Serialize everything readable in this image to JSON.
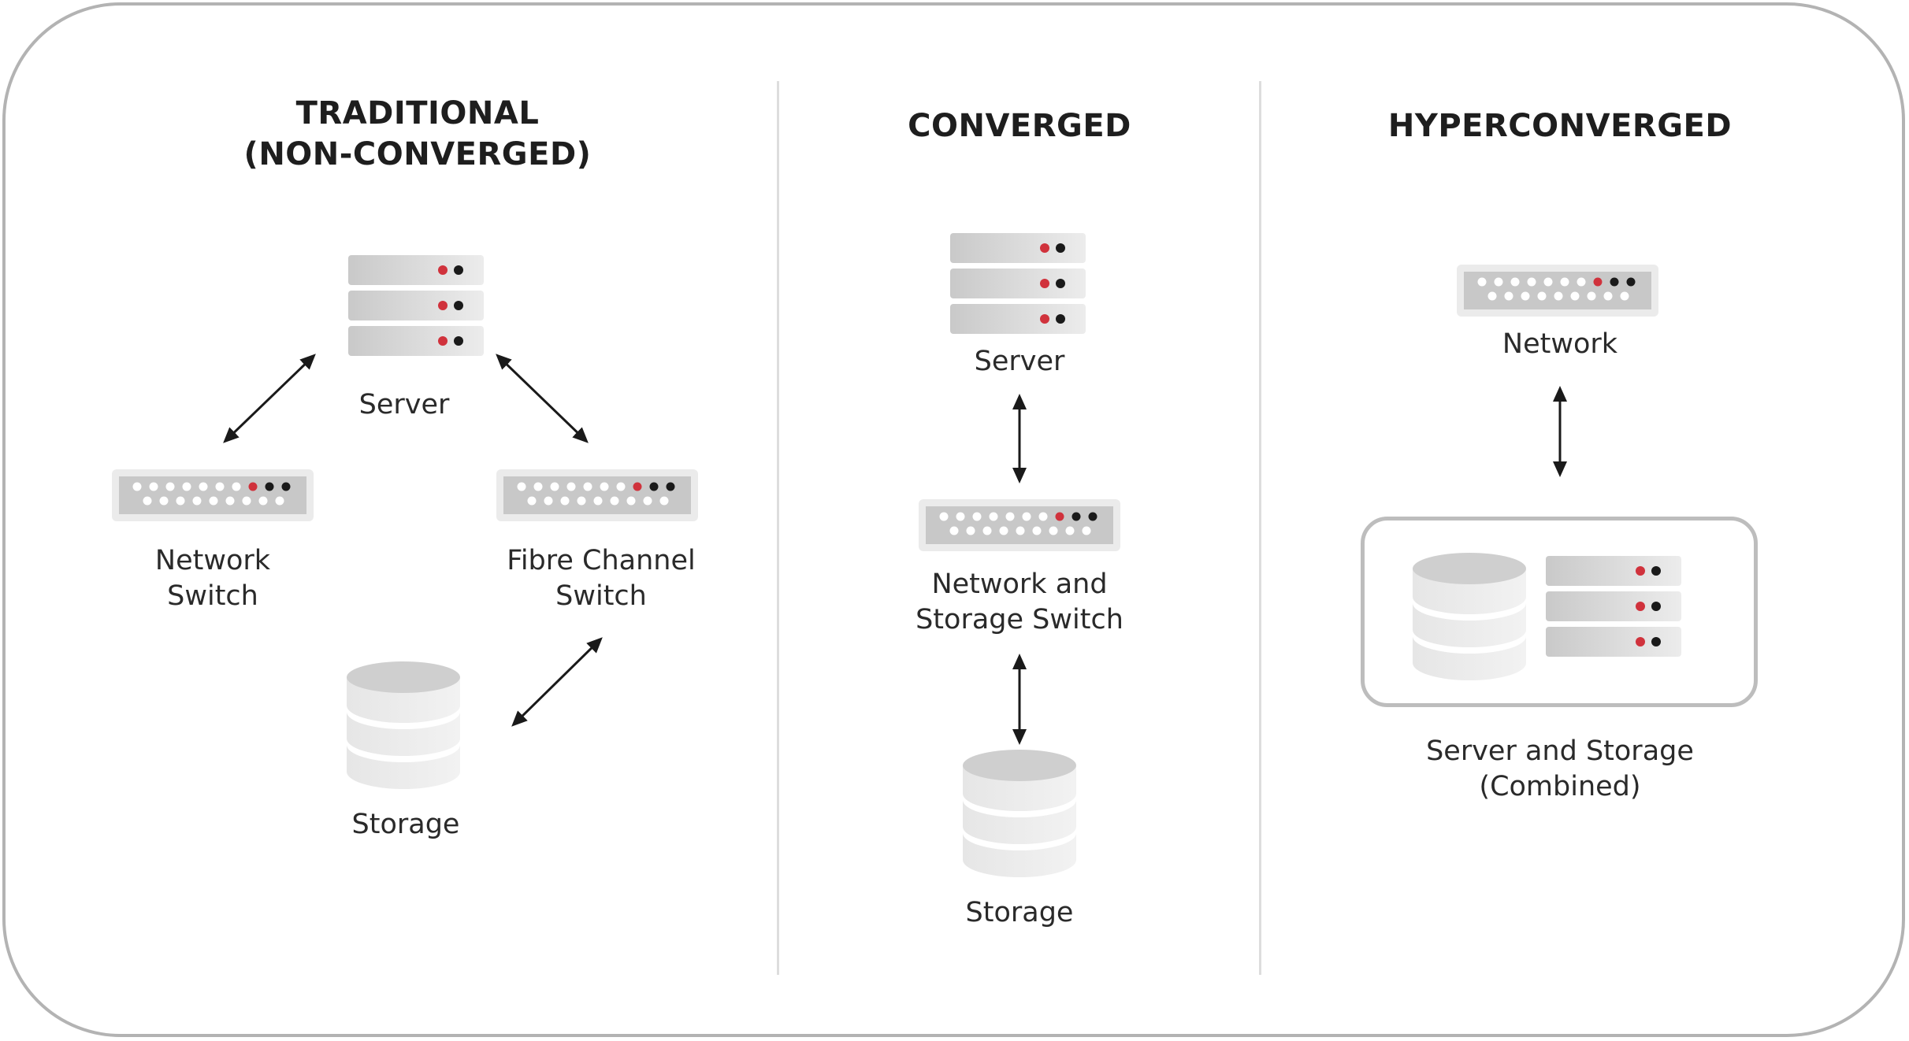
{
  "diagram": {
    "columns": [
      {
        "id": "traditional",
        "title_line1": "TRADITIONAL",
        "title_line2": "(NON-CONVERGED)",
        "nodes": {
          "server": "Server",
          "network_switch_line1": "Network",
          "network_switch_line2": "Switch",
          "fc_switch_line1": "Fibre Channel",
          "fc_switch_line2": "Switch",
          "storage": "Storage"
        }
      },
      {
        "id": "converged",
        "title_line1": "CONVERGED",
        "nodes": {
          "server": "Server",
          "switch_line1": "Network and",
          "switch_line2": "Storage Switch",
          "storage": "Storage"
        }
      },
      {
        "id": "hyperconverged",
        "title_line1": "HYPERCONVERGED",
        "nodes": {
          "network": "Network",
          "combined_line1": "Server and Storage",
          "combined_line2": "(Combined)"
        }
      }
    ],
    "icons": {
      "server": "server-rack-icon",
      "switch": "network-switch-icon",
      "storage": "database-cylinder-icon",
      "connector": "double-arrow-icon"
    },
    "colors": {
      "accent_led": "#d0323c",
      "dark_led": "#1a1a1a",
      "frame": "#b3b3b3",
      "divider": "#dddddd",
      "device_gray": "#c8c8c8"
    }
  }
}
